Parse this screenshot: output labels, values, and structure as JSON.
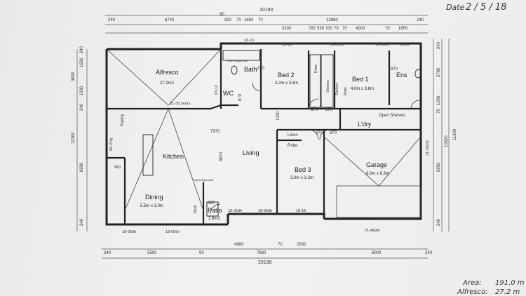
{
  "header": {
    "date_label": "Date",
    "date_value": "2 / 5 / 18"
  },
  "dimensions": {
    "top_total": "20190",
    "top": [
      "240",
      "6740",
      "90",
      "900",
      "70",
      "1650",
      "70",
      "3200",
      "12880",
      "70",
      "4000",
      "70",
      "1650",
      "240",
      "780",
      "530",
      "700",
      "70"
    ],
    "bottom": [
      "240",
      "5500",
      "90",
      "4980",
      "7880",
      "70",
      "2830",
      "6000",
      "240"
    ],
    "bottom_total": "20190",
    "left": [
      "240",
      "1630",
      "3630",
      "1930",
      "240",
      "11300",
      "6950",
      "240"
    ],
    "right": [
      "240",
      "2780",
      "1000",
      "70",
      "10820",
      "11300",
      "6950",
      "240"
    ],
    "interior": [
      "7970",
      "5670",
      "1200",
      "870",
      "870",
      "870",
      "870",
      "870",
      "870",
      "920",
      "870"
    ]
  },
  "rooms": {
    "alfresco": {
      "name": "Alfresco",
      "area": "27.2m2"
    },
    "bath": {
      "name": "Bath"
    },
    "bed2": {
      "name": "Bed 2",
      "size": "3.2m x 3.8m"
    },
    "bed1": {
      "name": "Bed 1",
      "size": "4.0m x 3.8m"
    },
    "ens": {
      "name": "Ens"
    },
    "wc": {
      "name": "WC"
    },
    "kitchen": {
      "name": "Kitchen"
    },
    "living": {
      "name": "Living"
    },
    "bed3": {
      "name": "Bed 3",
      "size": "3.0m x 3.2m"
    },
    "laundry": {
      "name": "L'dry"
    },
    "garage": {
      "name": "Garage",
      "size": "6.0m x 6.3m"
    },
    "dining": {
      "name": "Dining",
      "size": "5.5m x 3.0m"
    },
    "patio": {
      "name": "Patio",
      "area": "1.8m2"
    }
  },
  "fixtures": {
    "pantry": "Pantry",
    "wo": "Wo",
    "linen": "Linen",
    "robe": "Robe",
    "robe_bed2": "Robe",
    "shelves_bed2": "Shelves",
    "shelves_bed1": "Shelves",
    "robe_bed1": "Robe",
    "open_shelves": "Open Shelves",
    "desk": "Desk",
    "half_height_wall": "Half Height wall",
    "toilet_height": "Toilet Height wall"
  },
  "windows": {
    "bath": "10-15",
    "bed2": "12-18",
    "bed2b": "18-06dh",
    "bed1": "18-06dh",
    "ens": "06-12",
    "wc": "03-12",
    "alfresco_opening": "21-33 sxxxs",
    "kitchen_side": "06-21fg",
    "dining1": "18-06dh",
    "dining2": "18-06dh",
    "living1": "18-06dh",
    "living2": "18-06dh",
    "bed3": "18-18",
    "garage_door": "21-48pld",
    "garage_side": "21-25md"
  },
  "summary": {
    "area_label": "Area:",
    "area_value": "191.0 m",
    "alfresco_label": "Alfresco:",
    "alfresco_value": "27.2 m"
  }
}
